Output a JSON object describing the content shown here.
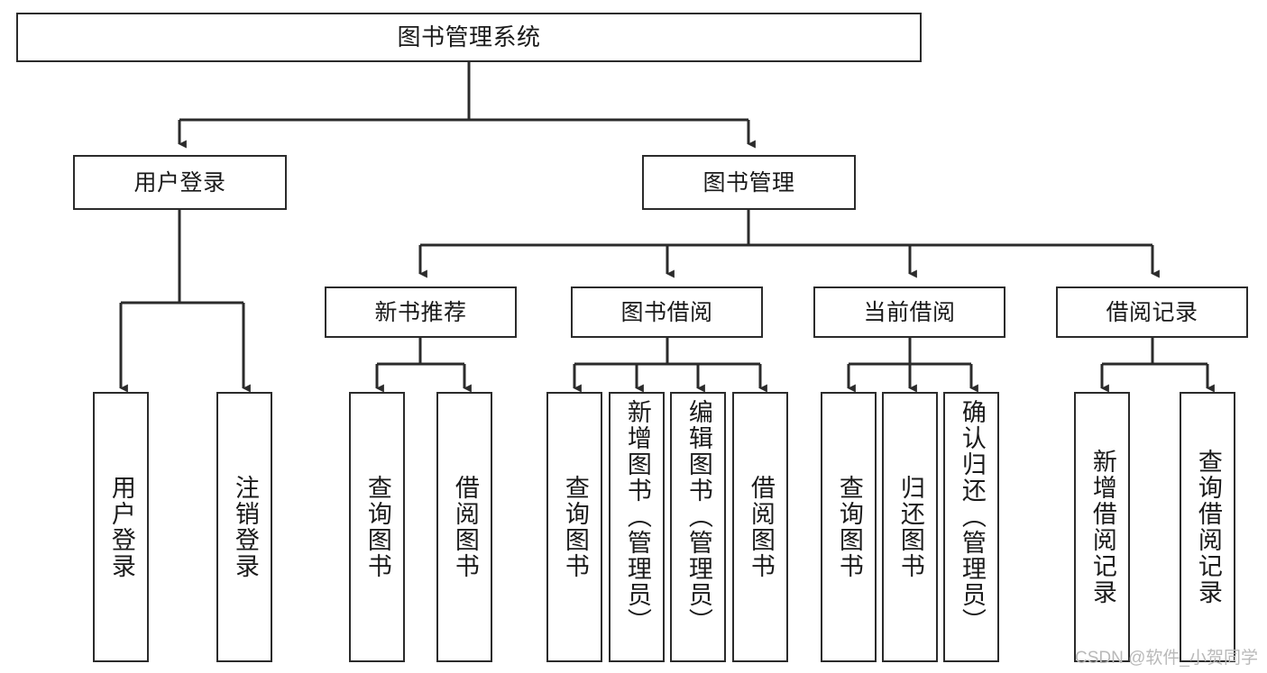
{
  "diagram": {
    "title": "图书管理系统",
    "type": "hierarchy-tree",
    "watermark": "CSDN @软件_小贺同学",
    "colors": {
      "stroke": "#2b2b2b",
      "fill": "#ffffff",
      "text": "#1a1a1a",
      "watermark": "#b9b9b9"
    },
    "nodes": {
      "root": {
        "label": "图书管理系统"
      },
      "level2": [
        {
          "id": "user-login",
          "label": "用户登录"
        },
        {
          "id": "book-manage",
          "label": "图书管理"
        }
      ],
      "level3": [
        {
          "id": "new-book-recommend",
          "label": "新书推荐"
        },
        {
          "id": "book-borrow",
          "label": "图书借阅"
        },
        {
          "id": "current-borrow",
          "label": "当前借阅"
        },
        {
          "id": "borrow-record",
          "label": "借阅记录"
        }
      ],
      "leaves": [
        {
          "id": "leaf-user-login",
          "label": "用户登录",
          "parent": "user-login"
        },
        {
          "id": "leaf-logout-login",
          "label": "注销登录",
          "parent": "user-login"
        },
        {
          "id": "leaf-query-book-1",
          "label": "查询图书",
          "parent": "new-book-recommend"
        },
        {
          "id": "leaf-borrow-book-1",
          "label": "借阅图书",
          "parent": "new-book-recommend"
        },
        {
          "id": "leaf-query-book-2",
          "label": "查询图书",
          "parent": "book-borrow"
        },
        {
          "id": "leaf-add-book",
          "label": "新增图书（管理员）",
          "parent": "book-borrow"
        },
        {
          "id": "leaf-edit-book",
          "label": "编辑图书（管理员）",
          "parent": "book-borrow"
        },
        {
          "id": "leaf-borrow-book-2",
          "label": "借阅图书",
          "parent": "book-borrow"
        },
        {
          "id": "leaf-query-book-3",
          "label": "查询图书",
          "parent": "current-borrow"
        },
        {
          "id": "leaf-return-book",
          "label": "归还图书",
          "parent": "current-borrow"
        },
        {
          "id": "leaf-confirm-return",
          "label": "确认归还（管理员）",
          "parent": "current-borrow"
        },
        {
          "id": "leaf-add-record",
          "label": "新增借阅记录",
          "parent": "borrow-record"
        },
        {
          "id": "leaf-query-record",
          "label": "查询借阅记录",
          "parent": "borrow-record"
        }
      ]
    }
  }
}
